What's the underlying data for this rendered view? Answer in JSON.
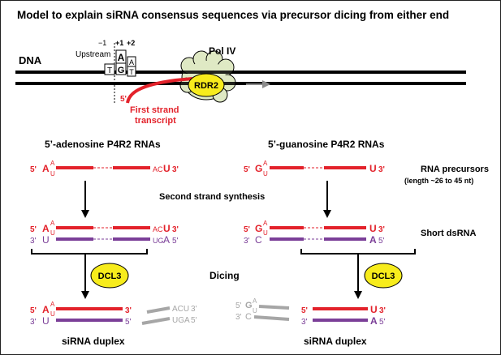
{
  "title": "Model to explain siRNA consensus sequences via precursor dicing from either end",
  "dna": {
    "label": "DNA",
    "upstream": "Upstream",
    "pos_minus1": "−1",
    "pos_plus1": "+1",
    "pos_plus2": "+2",
    "top_A": "A",
    "top_A2": "A",
    "bot_T": "T",
    "bot_G": "G",
    "bot_T2": "T"
  },
  "polymerase": {
    "pol_label": "Pol IV",
    "rdr_label": "RDR2"
  },
  "first_strand": {
    "five_prime": "5'",
    "line1": "First strand",
    "line2": "transcript"
  },
  "left_heading": "5’-adenosine P4R2 RNAs",
  "right_heading": "5’-guanosine P4R2 RNAs",
  "step_labels": {
    "rna_precursors": "RNA precursors",
    "length_note": "(length ~26 to 45 nt)",
    "second_strand": "Second strand synthesis",
    "short_dsrna": "Short dsRNA",
    "dicing": "Dicing"
  },
  "dcl3": "DCL3",
  "sirna_duplex": "siRNA duplex",
  "seq": {
    "five": "5'",
    "three": "3'",
    "A": "A",
    "U": "U",
    "G": "G",
    "C": "C",
    "aCU": "ACU",
    "uGA": "UGA",
    "small_a": "A",
    "small_u": "U",
    "small_c": "C",
    "small_g": "G"
  },
  "colors": {
    "red_strand": "#e3222b",
    "purple_strand": "#7b3f98",
    "grey_fragment": "#a6a6a6",
    "yellow_enzyme": "#f7ec1c",
    "polymerase": "#dfe9c4",
    "arrow_grey": "#8c8c8c"
  }
}
